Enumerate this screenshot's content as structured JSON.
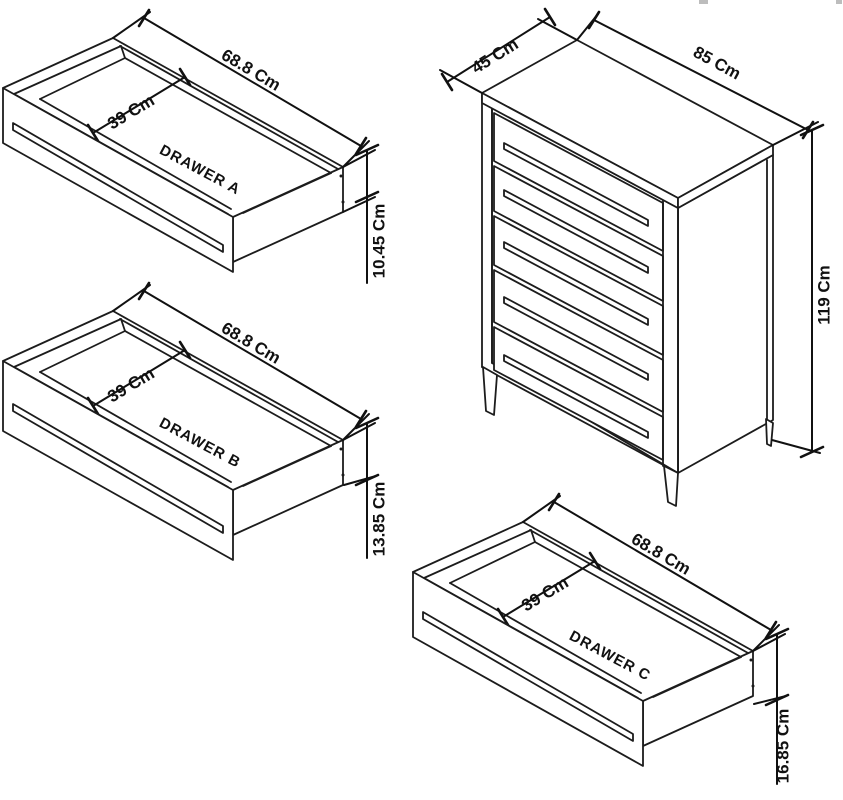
{
  "colors": {
    "background": "#ffffff",
    "line": "#1c1c1c",
    "text": "#111111"
  },
  "chest": {
    "depth_label": "45 Cm",
    "width_label": "85 Cm",
    "height_label": "119 Cm",
    "drawer_count": 5
  },
  "drawers": [
    {
      "name": "DRAWER A",
      "width_label": "68.8 Cm",
      "depth_label": "39 Cm",
      "height_label": "10.45 Cm"
    },
    {
      "name": "DRAWER B",
      "width_label": "68.8 Cm",
      "depth_label": "39 Cm",
      "height_label": "13.85 Cm"
    },
    {
      "name": "DRAWER C",
      "width_label": "68.8 Cm",
      "depth_label": "39 Cm",
      "height_label": "16.85 Cm"
    }
  ]
}
